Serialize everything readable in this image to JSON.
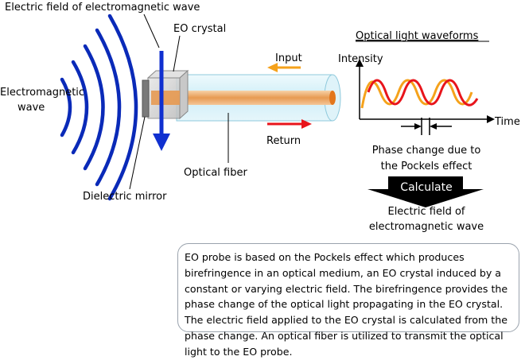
{
  "labels": {
    "field_title": "Electric field of electromagnetic wave",
    "eo_crystal": "EO crystal",
    "em_wave_line1": "Electromagnetic",
    "em_wave_line2": "wave",
    "input": "Input",
    "return": "Return",
    "optical_fiber": "Optical fiber",
    "dielectric_mirror": "Dielectric mirror"
  },
  "waveform": {
    "title": "Optical light waveforms",
    "y_label": "Intensity",
    "x_label": "Time",
    "series_colors": [
      "#f5a21b",
      "#e8141b"
    ]
  },
  "result": {
    "phase_line1": "Phase change due to",
    "phase_line2": "the Pockels effect",
    "calculate": "Calculate",
    "output_line1": "Electric field of",
    "output_line2": "electromagnetic wave"
  },
  "description": "EO probe is based on the Pockels effect which produces birefringence in an optical medium, an EO crystal induced by a constant or varying electric field. The birefringence provides the phase change of the optical light propagating in the EO crystal. The electric field applied to the EO crystal is calculated from the phase change. An optical fiber is utilized to transmit the optical light to the EO probe.",
  "colors": {
    "wave": "#0a2ab8",
    "field_arrow": "#1030d0",
    "input_arrow": "#f5a21b",
    "return_arrow": "#e8141b",
    "fiber_body": "#d6f0f8",
    "fiber_core": "#f0b680"
  }
}
